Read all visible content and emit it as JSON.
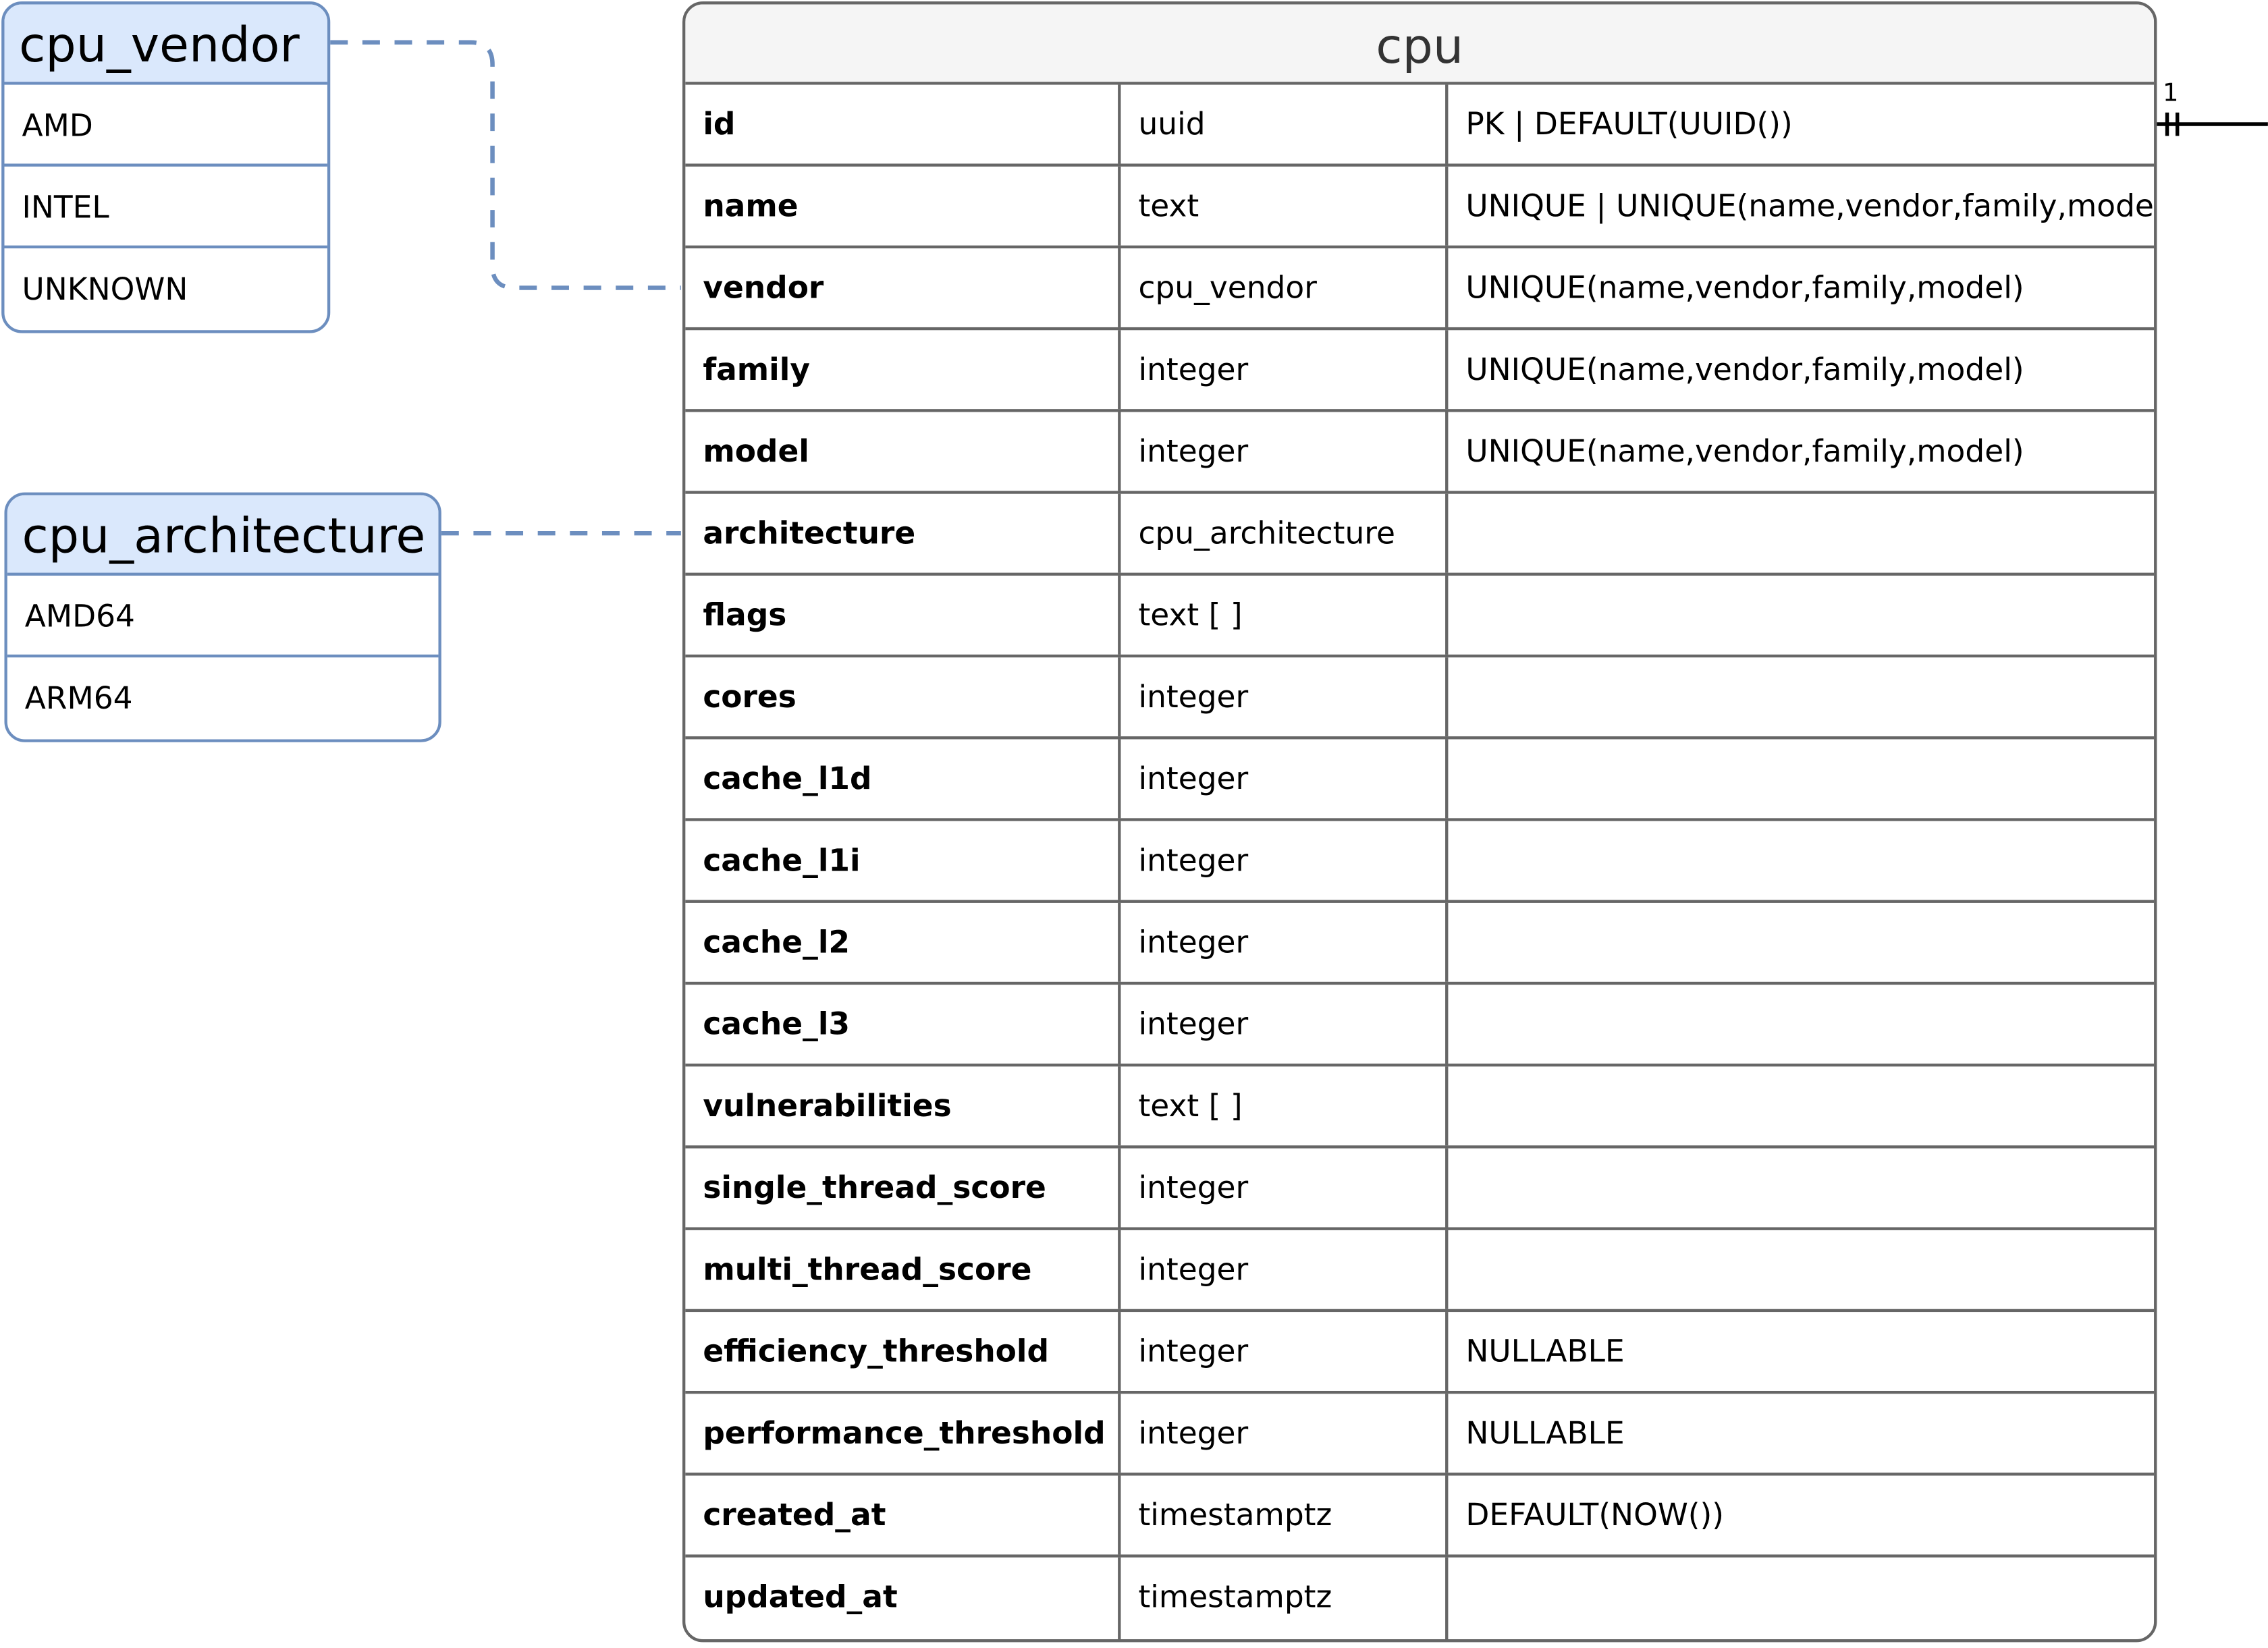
{
  "enums": {
    "cpu_vendor": {
      "title": "cpu_vendor",
      "values": [
        "AMD",
        "INTEL",
        "UNKNOWN"
      ]
    },
    "cpu_architecture": {
      "title": "cpu_architecture",
      "values": [
        "AMD64",
        "ARM64"
      ]
    }
  },
  "table": {
    "title": "cpu",
    "columns": [
      {
        "name": "id",
        "type": "uuid",
        "constraints": "PK | DEFAULT(UUID())"
      },
      {
        "name": "name",
        "type": "text",
        "constraints": "UNIQUE | UNIQUE(name,vendor,family,model)"
      },
      {
        "name": "vendor",
        "type": "cpu_vendor",
        "constraints": "UNIQUE(name,vendor,family,model)"
      },
      {
        "name": "family",
        "type": "integer",
        "constraints": "UNIQUE(name,vendor,family,model)"
      },
      {
        "name": "model",
        "type": "integer",
        "constraints": "UNIQUE(name,vendor,family,model)"
      },
      {
        "name": "architecture",
        "type": "cpu_architecture",
        "constraints": ""
      },
      {
        "name": "flags",
        "type": "text [ ]",
        "constraints": ""
      },
      {
        "name": "cores",
        "type": "integer",
        "constraints": ""
      },
      {
        "name": "cache_l1d",
        "type": "integer",
        "constraints": ""
      },
      {
        "name": "cache_l1i",
        "type": "integer",
        "constraints": ""
      },
      {
        "name": "cache_l2",
        "type": "integer",
        "constraints": ""
      },
      {
        "name": "cache_l3",
        "type": "integer",
        "constraints": ""
      },
      {
        "name": "vulnerabilities",
        "type": "text [ ]",
        "constraints": ""
      },
      {
        "name": "single_thread_score",
        "type": "integer",
        "constraints": ""
      },
      {
        "name": "multi_thread_score",
        "type": "integer",
        "constraints": ""
      },
      {
        "name": "efficiency_threshold",
        "type": "integer",
        "constraints": "NULLABLE"
      },
      {
        "name": "performance_threshold",
        "type": "integer",
        "constraints": "NULLABLE"
      },
      {
        "name": "created_at",
        "type": "timestamptz",
        "constraints": "DEFAULT(NOW())"
      },
      {
        "name": "updated_at",
        "type": "timestamptz",
        "constraints": ""
      }
    ]
  },
  "relation": {
    "cardinality_label": "1"
  },
  "colors": {
    "enum_border": "#6c8ebf",
    "enum_header": "#dae8fc",
    "table_border": "#666666",
    "table_header": "#f5f5f5"
  }
}
